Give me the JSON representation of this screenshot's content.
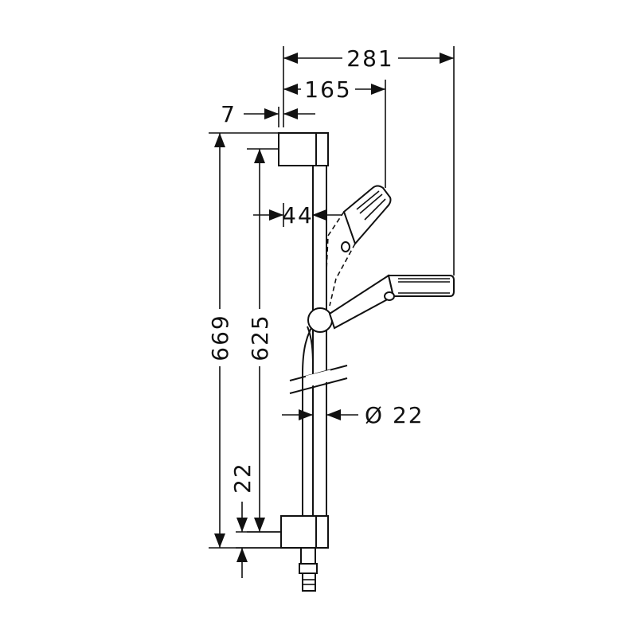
{
  "dimensions": {
    "overall_reach": "281",
    "handshower_reach": "165",
    "wall_offset": "7",
    "hose_offset": "44",
    "total_height": "669",
    "bar_height": "625",
    "bracket_height": "22",
    "bar_diameter": "Ø 22"
  },
  "colors": {
    "line": "#111111",
    "background": "#ffffff"
  }
}
